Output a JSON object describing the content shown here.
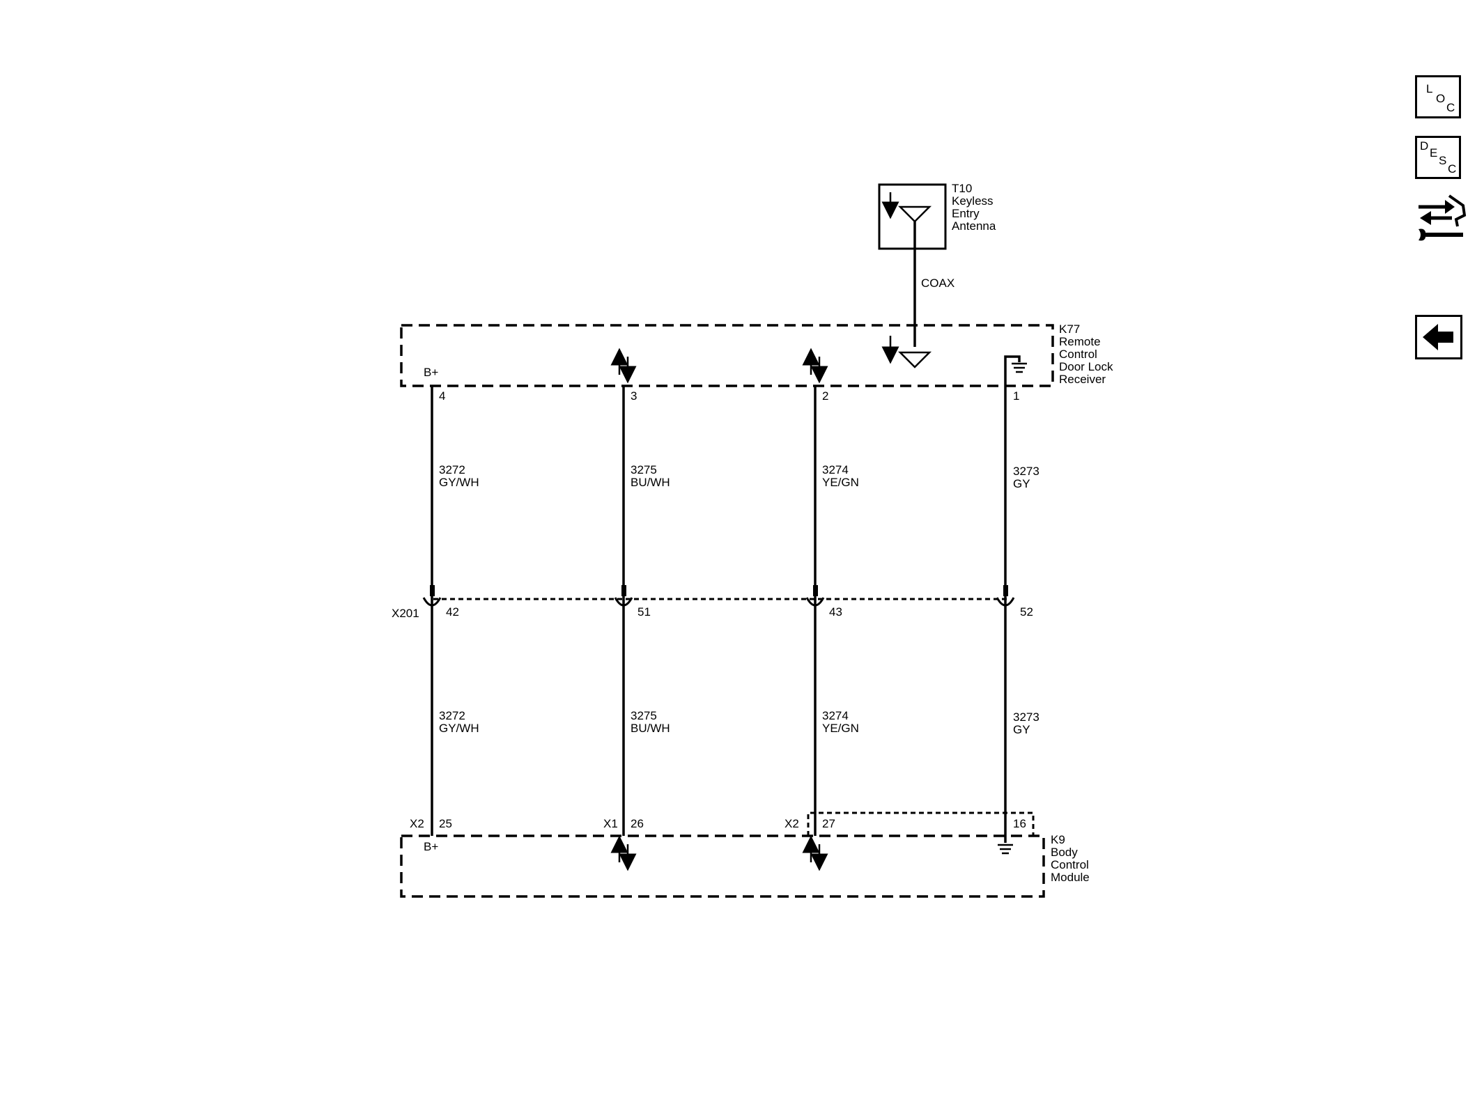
{
  "components": {
    "antenna": {
      "ref": "T10",
      "name_lines": [
        "Keyless",
        "Entry",
        "Antenna"
      ]
    },
    "receiver": {
      "ref": "K77",
      "name_lines": [
        "Remote",
        "Control",
        "Door Lock",
        "Receiver"
      ]
    },
    "bcm": {
      "ref": "K9",
      "name_lines": [
        "Body",
        "Control",
        "Module"
      ]
    }
  },
  "coax_label": "COAX",
  "inline_connector": "X201",
  "circuits": [
    {
      "receiver_pin": "4",
      "receiver_pin_label": "B+",
      "upper_circuit": "3272",
      "upper_color": "GY/WH",
      "x201_pin": "42",
      "lower_circuit": "3272",
      "lower_color": "GY/WH",
      "bcm_connector": "X2",
      "bcm_pin": "25",
      "bcm_pin_label": "B+"
    },
    {
      "receiver_pin": "3",
      "receiver_pin_label": "",
      "upper_circuit": "3275",
      "upper_color": "BU/WH",
      "x201_pin": "51",
      "lower_circuit": "3275",
      "lower_color": "BU/WH",
      "bcm_connector": "X1",
      "bcm_pin": "26",
      "bcm_pin_label": ""
    },
    {
      "receiver_pin": "2",
      "receiver_pin_label": "",
      "upper_circuit": "3274",
      "upper_color": "YE/GN",
      "x201_pin": "43",
      "lower_circuit": "3274",
      "lower_color": "YE/GN",
      "bcm_connector": "X2",
      "bcm_pin": "27",
      "bcm_pin_label": ""
    },
    {
      "receiver_pin": "1",
      "receiver_pin_label": "",
      "upper_circuit": "3273",
      "upper_color": "GY",
      "x201_pin": "52",
      "lower_circuit": "3273",
      "lower_color": "GY",
      "bcm_connector": "",
      "bcm_pin": "16",
      "bcm_pin_label": ""
    }
  ],
  "nav": {
    "loc": {
      "letters": [
        "L",
        "O",
        "C"
      ]
    },
    "desc": {
      "letters": [
        "D",
        "E",
        "S",
        "C"
      ]
    },
    "service_icon": "arrows-wrench-icon",
    "back_icon": "back-arrow-icon"
  }
}
